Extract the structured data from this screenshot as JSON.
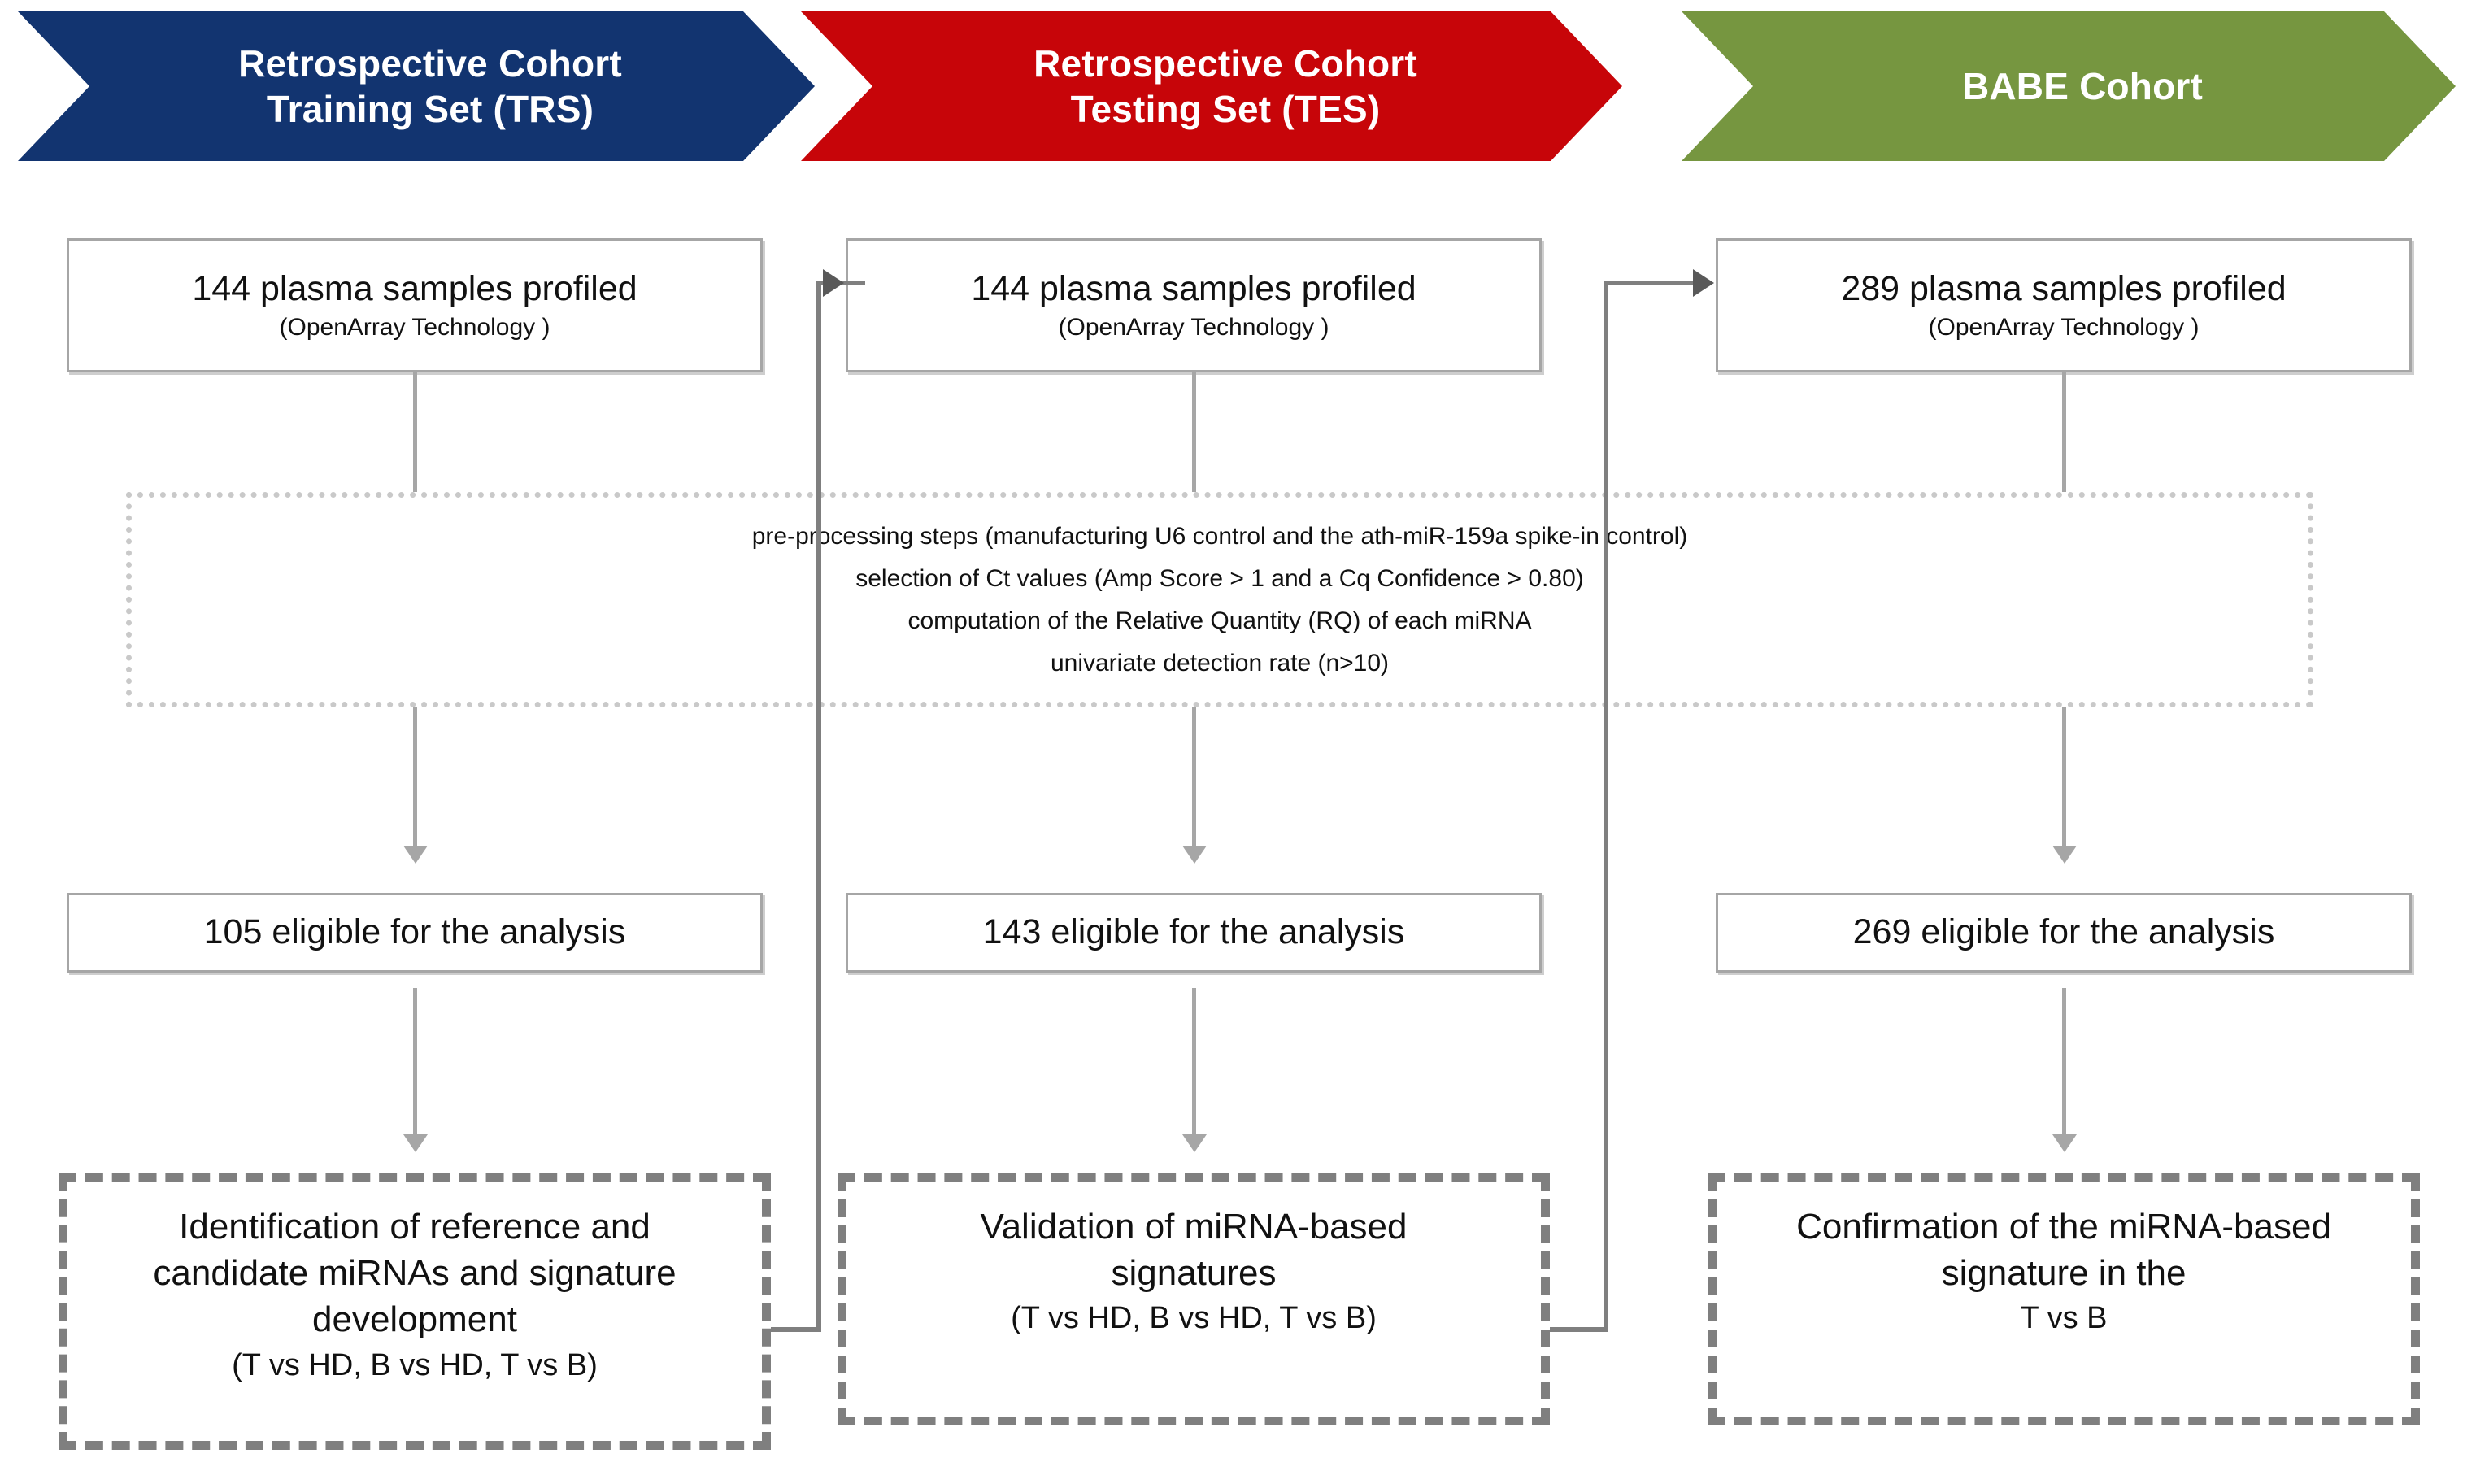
{
  "banners": [
    {
      "id": "trs",
      "line1": "Retrospective Cohort",
      "line2": "Training Set (TRS)",
      "color": "#123470"
    },
    {
      "id": "tes",
      "line1": "Retrospective Cohort",
      "line2": "Testing Set (TES)",
      "color": "#c70509"
    },
    {
      "id": "babe",
      "line1": "BABE Cohort",
      "line2": "",
      "color": "#769640"
    }
  ],
  "profiled": [
    {
      "main": "144 plasma samples profiled",
      "sub": "(OpenArray Technology )"
    },
    {
      "main": "144 plasma samples profiled",
      "sub": "(OpenArray Technology )"
    },
    {
      "main": "289 plasma samples profiled",
      "sub": "(OpenArray Technology )"
    }
  ],
  "preprocessing": {
    "lines": [
      "pre-processing steps  (manufacturing U6 control and the ath-miR-159a spike-in control)",
      "selection of Ct values (Amp Score > 1 and a Cq Confidence > 0.80)",
      "computation of the Relative Quantity (RQ) of each miRNA",
      "univariate detection rate  (n>10)"
    ]
  },
  "eligible": [
    {
      "main": "105 eligible for the analysis"
    },
    {
      "main": "143 eligible for the analysis"
    },
    {
      "main": "269 eligible for the analysis"
    }
  ],
  "outcomes": [
    {
      "main": "Identification of reference and candidate miRNAs and signature development",
      "sub": "(T vs HD, B vs HD, T vs B)"
    },
    {
      "main": "Validation of miRNA-based signatures",
      "sub": "(T vs HD, B vs HD, T vs B)"
    },
    {
      "main": "Confirmation of the miRNA-based signature in the",
      "sub": "T vs B"
    }
  ],
  "colors": {
    "navy": "#123470",
    "red": "#c70509",
    "green": "#769640",
    "light_connector": "#a6a6a6",
    "dark_connector": "#7f7f7f",
    "dotted_border": "#c9c9c9"
  }
}
